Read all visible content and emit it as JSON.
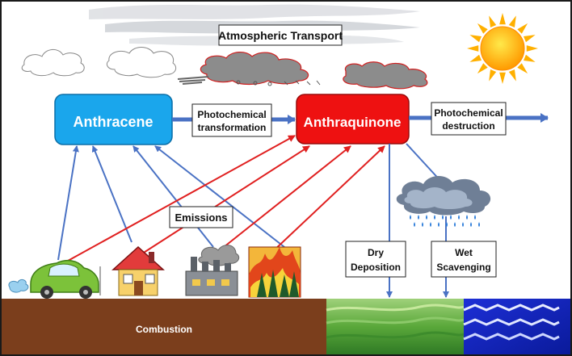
{
  "atmosphere": {
    "title": "Atmospheric Transport"
  },
  "nodes": {
    "anthracene": "Anthracene",
    "anthraquinone": "Anthraquinone"
  },
  "processes": {
    "photochemical_transformation": [
      "Photochemical",
      "transformation"
    ],
    "photochemical_destruction": [
      "Photochemical",
      "destruction"
    ],
    "emissions": "Emissions",
    "dry_deposition": [
      "Dry",
      "Deposition"
    ],
    "wet_scavenging": [
      "Wet",
      "Scavenging"
    ]
  },
  "ground": {
    "label": "Combustion"
  },
  "sources": [
    "car-icon",
    "house-icon",
    "factory-icon",
    "forest-fire-icon"
  ],
  "colors": {
    "anthracene": "#1aa6ec",
    "anthraquinone": "#ee1111",
    "arrow_blue": "#4a72c4",
    "arrow_red": "#e02020",
    "soil": "#7b3e1c",
    "frame": "#1a1a1a"
  }
}
